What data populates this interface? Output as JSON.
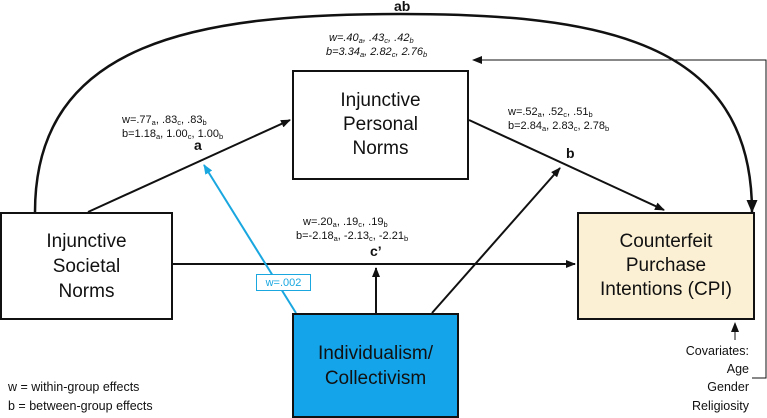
{
  "boxes": {
    "personal_norms": [
      "Injunctive",
      "Personal",
      "Norms"
    ],
    "societal_norms": [
      "Injunctive",
      "Societal",
      "Norms"
    ],
    "cpi": [
      "Counterfeit",
      "Purchase",
      "Intentions (CPI)"
    ],
    "individualism": [
      "Individualism/",
      "Collectivism"
    ]
  },
  "paths": {
    "ab": {
      "letter": "ab",
      "w": {
        "prefix": "w=",
        "vals": [
          [
            ".40",
            "a",
            ", "
          ],
          [
            ".43",
            "c",
            ", "
          ],
          [
            ".42",
            "b",
            ""
          ]
        ]
      },
      "b": {
        "prefix": "b=",
        "vals": [
          [
            "3.34",
            "a",
            ", "
          ],
          [
            "2.82",
            "c",
            ", "
          ],
          [
            "2.76",
            "b",
            ""
          ]
        ]
      }
    },
    "a": {
      "letter": "a",
      "w": {
        "prefix": "w=",
        "vals": [
          [
            ".77",
            "a",
            ", "
          ],
          [
            ".83",
            "c",
            ", "
          ],
          [
            ".83",
            "b",
            ""
          ]
        ]
      },
      "b": {
        "prefix": "b=",
        "vals": [
          [
            "1.18",
            "a",
            ", "
          ],
          [
            "1.00",
            "c",
            ", "
          ],
          [
            "1.00",
            "b",
            ""
          ]
        ]
      }
    },
    "b": {
      "letter": "b",
      "w": {
        "prefix": "w=",
        "vals": [
          [
            ".52",
            "a",
            ", "
          ],
          [
            ".52",
            "c",
            ", "
          ],
          [
            ".51",
            "b",
            ""
          ]
        ]
      },
      "b": {
        "prefix": "b=",
        "vals": [
          [
            "2.84",
            "a",
            ", "
          ],
          [
            "2.83",
            "c",
            ", "
          ],
          [
            "2.78",
            "b",
            ""
          ]
        ]
      }
    },
    "c": {
      "letter": "c’",
      "w": {
        "prefix": "w=",
        "vals": [
          [
            ".20",
            "a",
            ", "
          ],
          [
            ".19",
            "c",
            ", "
          ],
          [
            ".19",
            "b",
            ""
          ]
        ]
      },
      "b": {
        "prefix": "b=",
        "vals": [
          [
            "-2.18",
            "a",
            ", "
          ],
          [
            "-2.13",
            "c",
            ", "
          ],
          [
            "-2.21",
            "b",
            ""
          ]
        ]
      }
    }
  },
  "moderation": {
    "label": "w=.002",
    "color": "#1aa7e0"
  },
  "legend": {
    "within": "w = within-group effects",
    "between": "b = between-group effects"
  },
  "covariates": {
    "title": "Covariates:",
    "items": [
      "Age",
      "Gender",
      "Religiosity"
    ]
  },
  "colors": {
    "cpi_fill": "#fbf0d4",
    "moderator_fill": "#14a4ea",
    "line": "#111111"
  }
}
